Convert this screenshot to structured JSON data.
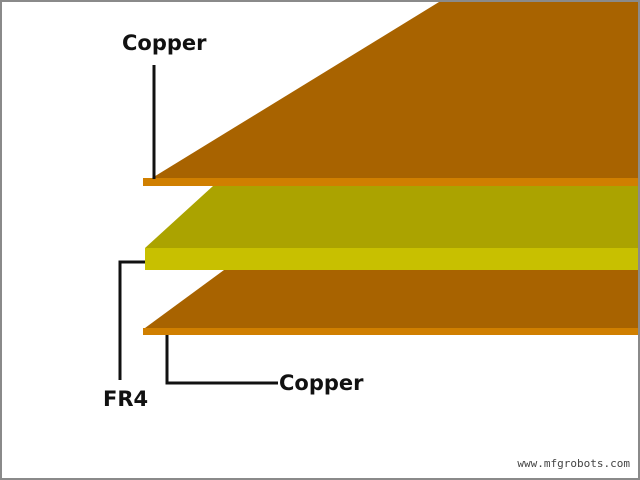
{
  "labels": {
    "top_copper": "Copper",
    "dielectric": "FR4",
    "bottom_copper": "Copper"
  },
  "watermark": "www.mfgrobots.com",
  "colors": {
    "copper_face": "#a86300",
    "copper_edge": "#d07f00",
    "fr4_face": "#aba300",
    "fr4_edge": "#c8c000",
    "leader": "#111111",
    "border": "#8a8a8a"
  }
}
